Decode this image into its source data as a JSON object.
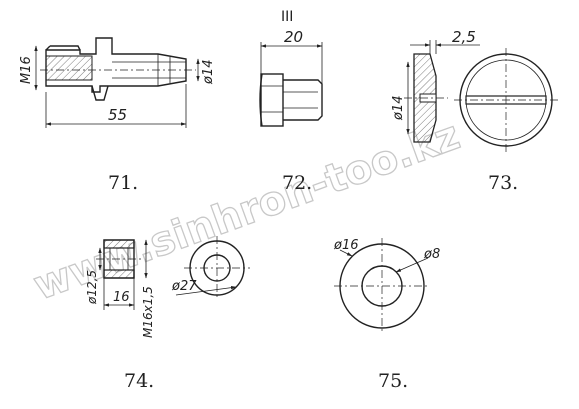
{
  "sheet_mark": "III",
  "watermark": "www.sinhron-too.kz",
  "figures": [
    {
      "number": "71.",
      "dims": {
        "thread": "M16",
        "dia": "ø14",
        "length": "55"
      }
    },
    {
      "number": "72.",
      "dims": {
        "length": "20"
      }
    },
    {
      "number": "73.",
      "dims": {
        "slot": "2,5",
        "dia": "ø14"
      }
    },
    {
      "number": "74.",
      "dims": {
        "dia_inner": "ø12,5",
        "length": "16",
        "thread": "M16x1,5",
        "dia_outer": "ø27"
      }
    },
    {
      "number": "75.",
      "dims": {
        "dia_outer": "ø16",
        "dia_inner": "ø8"
      }
    }
  ]
}
